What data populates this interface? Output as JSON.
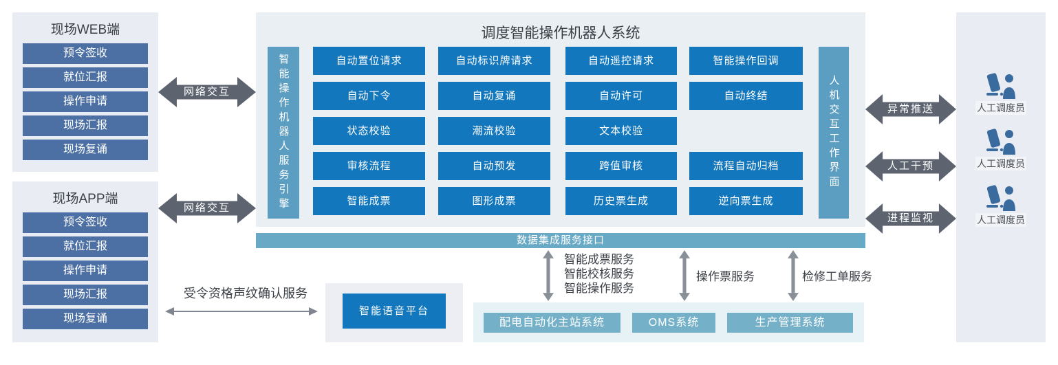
{
  "colors": {
    "primary_blue": "#1377bd",
    "steel_blue": "#4c70a3",
    "bar_teal": "#5c9ec1",
    "bus_teal": "#68a9c6",
    "system_teal": "#74b1c9",
    "arrow_dark": "#5d6470",
    "arrow_gray": "#8a9097",
    "panel_gray": "#e9edf3",
    "main_panel_bg": "#eaeff4",
    "icon_blue": "#3a6b9e"
  },
  "left_web_panel": {
    "title": "现场WEB端",
    "items": [
      "预令签收",
      "就位汇报",
      "操作申请",
      "现场汇报",
      "现场复诵"
    ]
  },
  "left_app_panel": {
    "title": "现场APP端",
    "items": [
      "预令签收",
      "就位汇报",
      "操作申请",
      "现场汇报",
      "现场复诵"
    ]
  },
  "network_arrows": [
    {
      "label": "网络交互"
    },
    {
      "label": "网络交互"
    }
  ],
  "main_system": {
    "title": "调度智能操作机器人系统",
    "engine_bar": "智能操作机器人服务引擎",
    "hmi_bar": "人机交互工作界面",
    "grid_rows": [
      [
        "自动置位请求",
        "自动标识牌请求",
        "自动遥控请求",
        "智能操作回调"
      ],
      [
        "自动下令",
        "自动复诵",
        "自动许可",
        "自动终结"
      ],
      [
        "状态校验",
        "潮流校验",
        "文本校验"
      ],
      [
        "审核流程",
        "自动预发",
        "跨值审核",
        "流程自动归档"
      ],
      [
        "智能成票",
        "图形成票",
        "历史票生成",
        "逆向票生成"
      ]
    ]
  },
  "data_bus": {
    "label": "数据集成服务接口"
  },
  "right_arrows": [
    {
      "label": "异常推送"
    },
    {
      "label": "人工干预"
    },
    {
      "label": "进程监视"
    }
  ],
  "dispatchers": [
    {
      "label": "人工调度员"
    },
    {
      "label": "人工调度员"
    },
    {
      "label": "人工调度员"
    }
  ],
  "voice": {
    "arrow_label": "受令资格声纹确认服务",
    "platform": "智能语音平台"
  },
  "bottom_services": {
    "links": [
      {
        "lines": [
          "智能成票服务",
          "智能校核服务",
          "智能操作服务"
        ]
      },
      {
        "lines": [
          "操作票服务"
        ]
      },
      {
        "lines": [
          "检修工单服务"
        ]
      }
    ],
    "systems": [
      "配电自动化主站系统",
      "OMS系统",
      "生产管理系统"
    ]
  }
}
